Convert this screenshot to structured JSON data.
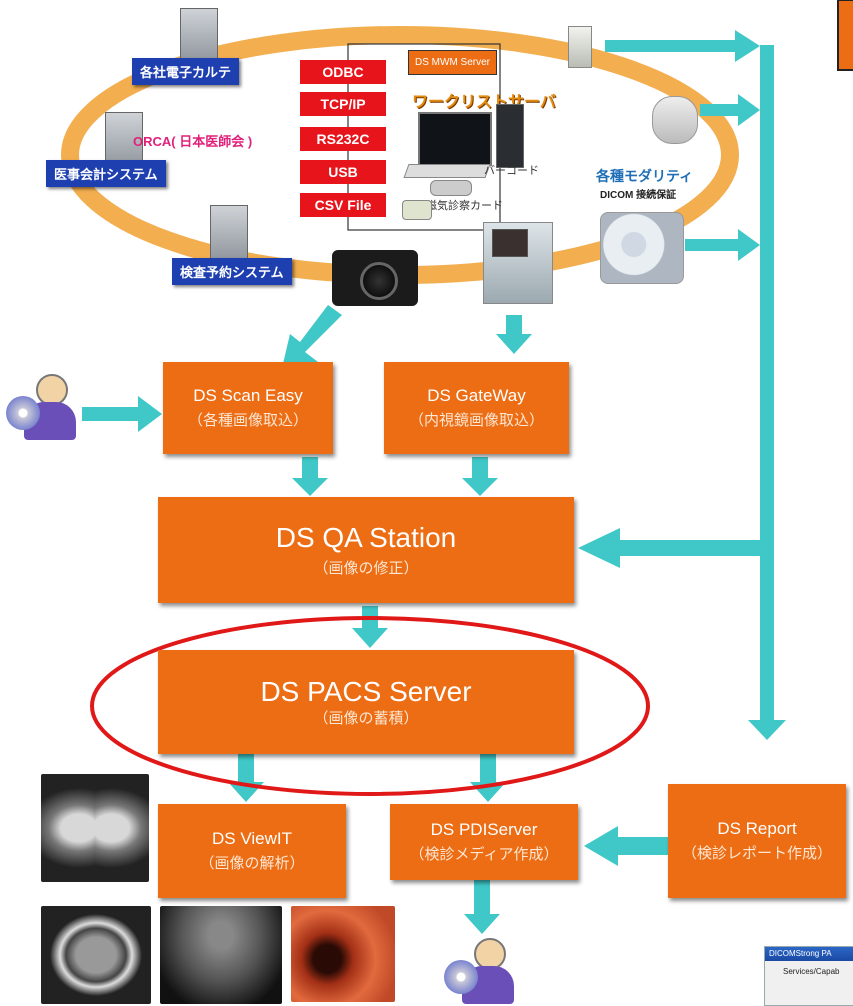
{
  "top": {
    "vendors_emr": "各社電子カルテ",
    "orca": "ORCA( 日本医師会 )",
    "accounting": "医事会計システム",
    "reservation": "検査予約システム",
    "protocols": [
      "ODBC",
      "TCP/IP",
      "RS232C",
      "USB",
      "CSV File"
    ],
    "mwm_server": "DS MWM Server",
    "worklist_server": "ワークリストサーバ",
    "barcode": "バーコード",
    "magnetic_card": "磁気診察カード",
    "modality_title": "各種モダリティ",
    "dicom_guarantee": "DICOM 接続保証"
  },
  "boxes": {
    "scan_easy": {
      "title": "DS Scan Easy",
      "sub": "（各種画像取込）"
    },
    "gateway": {
      "title": "DS GateWay",
      "sub": "（内視鏡画像取込）"
    },
    "qa_station": {
      "title": "DS QA Station",
      "sub": "（画像の修正）"
    },
    "pacs_server": {
      "title": "DS PACS Server",
      "sub": "（画像の蓄積）"
    },
    "viewit": {
      "title": "DS ViewIT",
      "sub": "（画像の解析）"
    },
    "pdiserver": {
      "title": "DS PDIServer",
      "sub": "（検診メディア作成）"
    },
    "report": {
      "title": "DS Report",
      "sub": "（検診レポート作成）"
    }
  },
  "screenshot_thumb": {
    "title": "DICOMStrong PA",
    "item": "Services/Capab"
  },
  "colors": {
    "box": "#ED6D14",
    "arrow": "#40C8C8",
    "highlight": "#E01818",
    "label_blue": "#1E3FB0",
    "protocol_red": "#E8141B"
  }
}
